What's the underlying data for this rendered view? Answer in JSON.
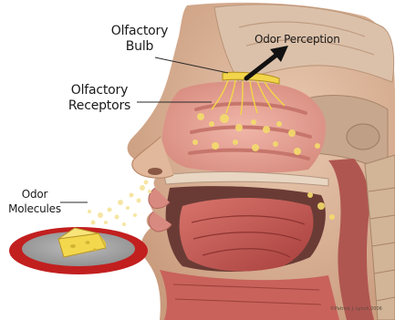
{
  "labels": {
    "olfactory_bulb": [
      "Olfactory",
      "Bulb"
    ],
    "olfactory_receptors": [
      "Olfactory",
      "Receptors"
    ],
    "odor_perception": "Odor Perception",
    "odor_molecules": [
      "Odor",
      "Molecules"
    ]
  },
  "credit": "©Patrick J. Lynch 2006",
  "colors": {
    "skin": "#d9b499",
    "muscle": "#c45a55",
    "mucosa": "#e2a39a",
    "receptor_yellow": "#f2d54a",
    "plate_rim": "#c21f1f",
    "plate_inner": "#a3a3a3",
    "cheese": "#f3d84d",
    "arrow": "#111111"
  },
  "icons": {
    "arrow": "arrow-up-right-icon"
  }
}
